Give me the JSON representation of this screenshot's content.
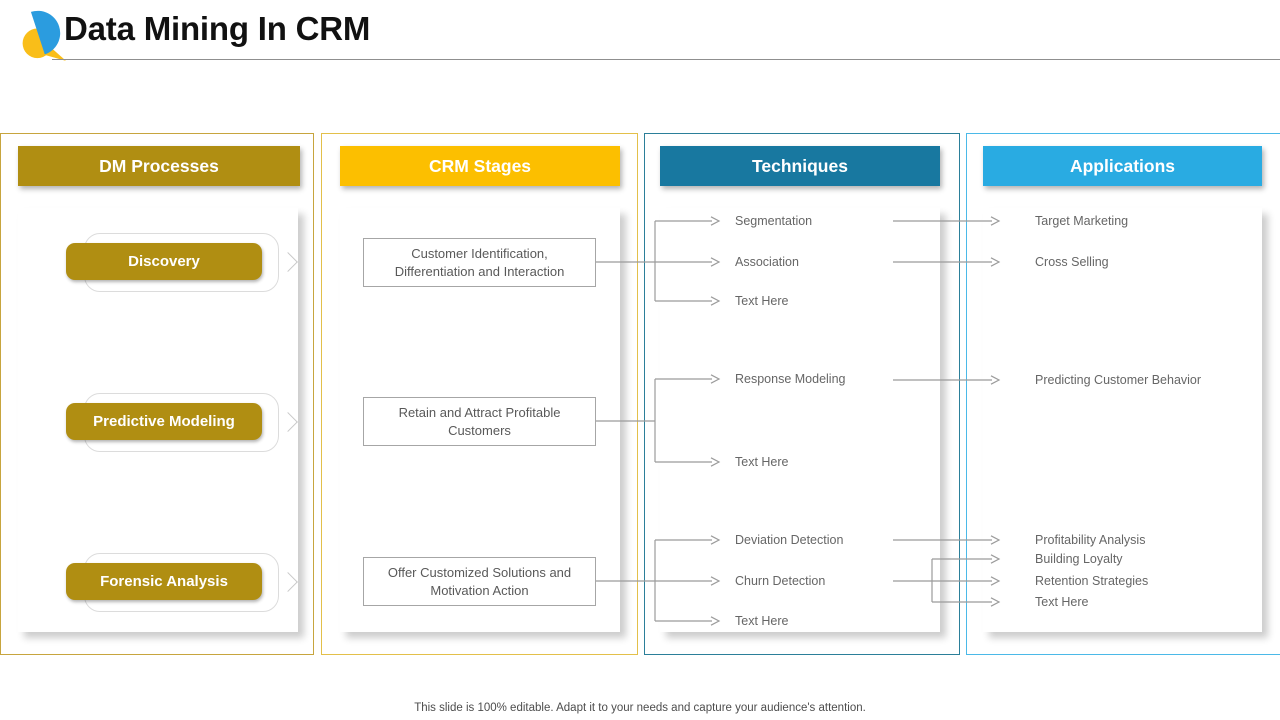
{
  "slide": {
    "title": "Data Mining In CRM",
    "footer": "This slide is 100% editable. Adapt it to your needs and capture your audience's attention."
  },
  "colors": {
    "dm_gold": "#B08E12",
    "crm_yellow": "#FCBF00",
    "techniques_blue": "#1878A0",
    "applications_blue": "#29ABE2",
    "connector_gray": "#9B9B9B",
    "logo_blue": "#2B9CDF",
    "logo_yellow": "#F9BE19"
  },
  "columns": {
    "dm_processes": {
      "header": "DM Processes",
      "items": [
        "Discovery",
        "Predictive Modeling",
        "Forensic Analysis"
      ]
    },
    "crm_stages": {
      "header": "CRM Stages",
      "items": [
        "Customer Identification, Differentiation and Interaction",
        "Retain and Attract Profitable Customers",
        "Offer Customized Solutions and Motivation Action"
      ]
    },
    "techniques": {
      "header": "Techniques",
      "items": [
        "Segmentation",
        "Association",
        "Text Here",
        "Response Modeling",
        "Text Here",
        "Deviation Detection",
        "Churn Detection",
        "Text Here"
      ]
    },
    "applications": {
      "header": "Applications",
      "items": [
        "Target Marketing",
        "Cross Selling",
        "Predicting Customer Behavior",
        "Profitability Analysis",
        "Building Loyalty",
        "Retention Strategies",
        "Text Here"
      ]
    }
  }
}
